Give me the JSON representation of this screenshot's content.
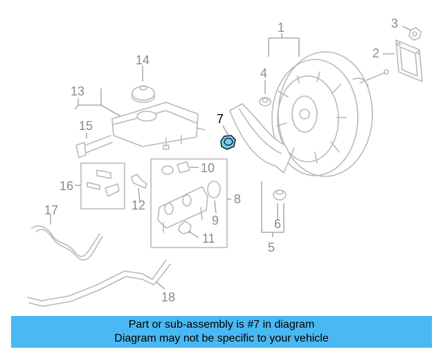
{
  "diagram": {
    "callouts": [
      "1",
      "2",
      "3",
      "4",
      "5",
      "6",
      "7",
      "8",
      "9",
      "10",
      "11",
      "12",
      "13",
      "14",
      "15",
      "16",
      "17",
      "18"
    ],
    "highlighted_part": "7",
    "colors": {
      "highlight": "#6ccff6",
      "banner": "#4ab8f2",
      "line": "#b9b9b9",
      "label": "#8a8a8a"
    }
  },
  "banner": {
    "line1": "Part or sub-assembly is #7 in diagram",
    "line2": "Diagram may not be specific to your vehicle"
  }
}
